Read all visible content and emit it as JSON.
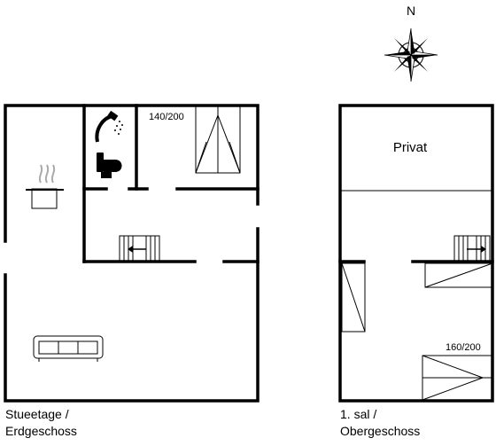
{
  "compass": {
    "north_label": "N"
  },
  "ground_floor": {
    "caption_line1": "Stueetage /",
    "caption_line2": "Erdgeschoss",
    "bed_label": "140/200"
  },
  "first_floor": {
    "caption_line1": "1. sal /",
    "caption_line2": "Obergeschoss",
    "room_label": "Privat",
    "bed_label": "160/200"
  },
  "icons": [
    "shower-icon",
    "toilet-icon",
    "cooking-pot-icon",
    "sofa-icon",
    "stairs-icon",
    "compass-rose-icon"
  ]
}
